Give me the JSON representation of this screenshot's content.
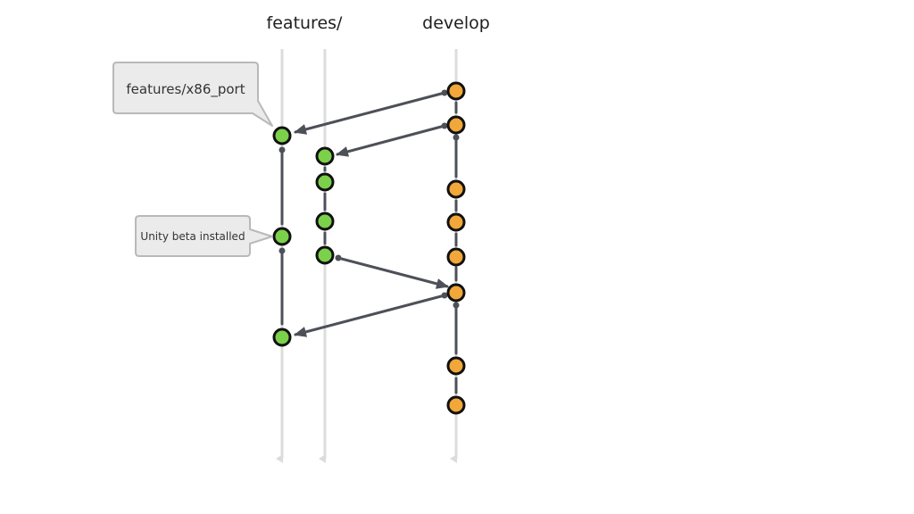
{
  "lanes": {
    "features_title": "features/",
    "develop_title": "develop"
  },
  "callouts": {
    "branch_label": "features/x86_port",
    "commit_note": "Unity beta installed"
  },
  "colors": {
    "feature_commit": "#7bd14a",
    "develop_commit": "#f1a73a",
    "commit_outline": "#111111",
    "connector": "#4d5058",
    "timeline": "#dcdcdc",
    "callout_fill": "#ebebeb",
    "callout_border": "#b9b9b9"
  }
}
